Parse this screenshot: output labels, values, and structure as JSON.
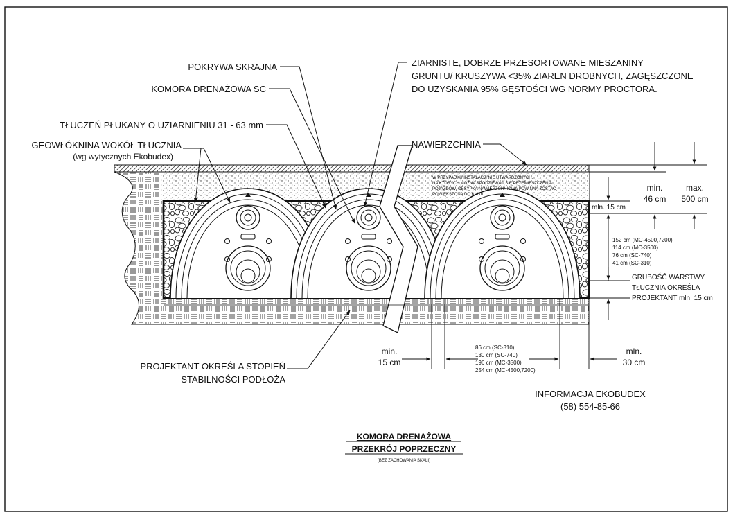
{
  "labels": {
    "end_cap": "POKRYWA SKRAJNA",
    "chamber": "KOMORA DRENAŻOWA SC",
    "stone": "TŁUCZEŃ PŁUKANY O UZIARNIENIU 31 - 63 mm",
    "geotextile_line1": "GEOWŁÓKNINA WOKÓŁ TŁUCZNIA",
    "geotextile_line2": "(wg wytycznych Ekobudex)",
    "backfill_line1": "ZIARNISTE, DOBRZE PRZESORTOWANE MIESZANINY",
    "backfill_line2": "GRUNTU/ KRUSZYWA <35% ZIAREN DROBNYCH, ZAGĘSZCZONE",
    "backfill_line3": "DO UZYSKANIA 95% GĘSTOŚCI WG NORMY PROCTORA.",
    "surface": "NAWIERZCHNIA",
    "note_line1": "W PRZYPADKU INSTALACJI NIE UTWARDZONYCH,",
    "note_line2": "NA KTÓRYCH MOŻNA SPODZIEWAĆ SIĘ PRZEMIESZCZENIA",
    "note_line3": "POJAZDÓW, OBSYPKA NAWIERZCHNIOWA POWINNA ZOSTAĆ",
    "note_line4": "POWIĘKSZONA DO 61 cm.",
    "subgrade_line1": "PROJEKTANT OKREŚLA STOPIEŃ",
    "subgrade_line2": "STABILNOŚCI PODŁOŻA",
    "info_line1": "INFORMACJA EKOBUDEX",
    "info_line2": "(58) 554-85-66"
  },
  "dimensions": {
    "cover_min_value": "min.",
    "cover_min_unit": "46 cm",
    "cover_max_value": "max.",
    "cover_max_unit": "500 cm",
    "stone_above": "mln. 15 cm",
    "heights": [
      "152 cm (MC-4500,7200)",
      "114 cm (MC-3500)",
      "76 cm  (SC-740)",
      "41 cm  (SC-310)"
    ],
    "base_line1": "GRUBOŚĆ WARSTWY",
    "base_line2": "TŁUCZNIA OKREŚLA",
    "base_line3": "PROJEKTANT mln. 15 cm",
    "spacing_min_value": "min.",
    "spacing_min_unit": "15 cm",
    "widths": [
      "86 cm  (SC-310)",
      "130 cm (SC-740)",
      "196 cm (MC-3500)",
      "254 cm (MC-4500,7200)"
    ],
    "side_min_value": "mln.",
    "side_min_unit": "30 cm"
  },
  "title": {
    "line1": "KOMORA   DRENAŻOWA",
    "line2": "PRZEKRÓJ POPRZECZNY",
    "scale_note": "(BEZ ZACHOWANIA SKALI)"
  }
}
